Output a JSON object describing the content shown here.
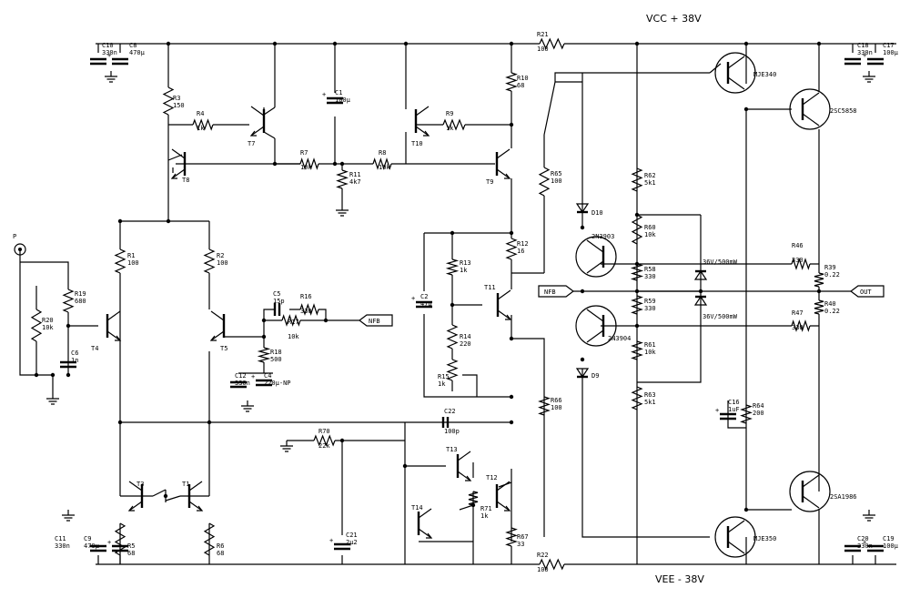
{
  "supply": {
    "vcc": "VCC  + 38V",
    "vee": "VEE  - 38V"
  },
  "ports": {
    "input": "P",
    "nfb_left": "NFB",
    "nfb_right": "NFB",
    "out": "OUT"
  },
  "transistors": {
    "t1": "T1",
    "t3": "T3",
    "t4": "T4",
    "t5": "T5",
    "t7": "T7",
    "t8": "T8",
    "t9": "T9",
    "t10": "T10",
    "t11": "T11",
    "t12": "T12",
    "t13": "T13",
    "t14": "T14",
    "q3903": "2N3903",
    "q3904": "2N3904",
    "mje340": "MJE340",
    "mje350": "MJE350",
    "c5858": "2SC5858",
    "a1986": "2SA1986"
  },
  "diodes": {
    "d10": "D10",
    "d9": "D9",
    "z1": "36V/500mW",
    "z2": "36V/500mW"
  },
  "resistors": [
    {
      "id": "r3",
      "n": "R3",
      "v": "150"
    },
    {
      "id": "r4",
      "n": "R4",
      "v": "1k"
    },
    {
      "id": "r7",
      "n": "R7",
      "v": "10k"
    },
    {
      "id": "r8",
      "n": "R8",
      "v": "10k"
    },
    {
      "id": "r11",
      "n": "R11",
      "v": "4k7"
    },
    {
      "id": "r9",
      "n": "R9",
      "v": "1k"
    },
    {
      "id": "r10",
      "n": "R10",
      "v": "68"
    },
    {
      "id": "r21",
      "n": "R21",
      "v": "100"
    },
    {
      "id": "r1",
      "n": "R1",
      "v": "100"
    },
    {
      "id": "r2",
      "n": "R2",
      "v": "100"
    },
    {
      "id": "r19",
      "n": "R19",
      "v": "680"
    },
    {
      "id": "r20",
      "n": "R20",
      "v": "10k"
    },
    {
      "id": "r16",
      "n": "R16",
      "v": "330"
    },
    {
      "id": "r17",
      "n": "R17",
      "v": "10k"
    },
    {
      "id": "r18",
      "n": "R18",
      "v": "500"
    },
    {
      "id": "r13",
      "n": "R13",
      "v": "1k"
    },
    {
      "id": "r14",
      "n": "R14",
      "v": "220"
    },
    {
      "id": "r15",
      "n": "R15",
      "v": "1k"
    },
    {
      "id": "r12",
      "n": "R12",
      "v": "16"
    },
    {
      "id": "r65",
      "n": "R65",
      "v": "100"
    },
    {
      "id": "r66",
      "n": "R66",
      "v": "100"
    },
    {
      "id": "r62",
      "n": "R62",
      "v": "5k1"
    },
    {
      "id": "r60",
      "n": "R60",
      "v": "10k"
    },
    {
      "id": "r58",
      "n": "R58",
      "v": "330"
    },
    {
      "id": "r59",
      "n": "R59",
      "v": "330"
    },
    {
      "id": "r61",
      "n": "R61",
      "v": "10k"
    },
    {
      "id": "r63",
      "n": "R63",
      "v": "5k1"
    },
    {
      "id": "r46",
      "n": "R46",
      "v": "330"
    },
    {
      "id": "r47",
      "n": "R47",
      "v": "330"
    },
    {
      "id": "r39",
      "n": "R39",
      "v": "0.22"
    },
    {
      "id": "r40",
      "n": "R40",
      "v": "0.22"
    },
    {
      "id": "r64",
      "n": "R64",
      "v": "200"
    },
    {
      "id": "r70",
      "n": "R70",
      "v": "22k"
    },
    {
      "id": "r71",
      "n": "R71",
      "v": "1k"
    },
    {
      "id": "r67",
      "n": "R67",
      "v": "33"
    },
    {
      "id": "r5",
      "n": "R5",
      "v": "68"
    },
    {
      "id": "r6",
      "n": "R6",
      "v": "68"
    },
    {
      "id": "r22",
      "n": "R22",
      "v": "100"
    }
  ],
  "capacitors": [
    {
      "id": "c10",
      "n": "C10",
      "v": "330n"
    },
    {
      "id": "c8",
      "n": "C8",
      "v": "470µ"
    },
    {
      "id": "c1",
      "n": "C1",
      "v": "100µ"
    },
    {
      "id": "c18",
      "n": "C18",
      "v": "330n"
    },
    {
      "id": "c17",
      "n": "C17",
      "v": "100µ"
    },
    {
      "id": "c6",
      "n": "C6",
      "v": "1n"
    },
    {
      "id": "c5",
      "n": "C5",
      "v": "15p"
    },
    {
      "id": "c12",
      "n": "C12",
      "v": "330n"
    },
    {
      "id": "c4",
      "n": "C4",
      "v": "220µ-NP"
    },
    {
      "id": "c2",
      "n": "C2",
      "v": "47µ"
    },
    {
      "id": "c22",
      "n": "C22",
      "v": "100p"
    },
    {
      "id": "c16",
      "n": "C16",
      "v": "1uF"
    },
    {
      "id": "c21",
      "n": "C21",
      "v": "2µ2"
    },
    {
      "id": "c11",
      "n": "C11",
      "v": "330n"
    },
    {
      "id": "c9",
      "n": "C9",
      "v": "470µ"
    },
    {
      "id": "c20",
      "n": "C20",
      "v": "330n"
    },
    {
      "id": "c19",
      "n": "C19",
      "v": "100µ"
    }
  ]
}
